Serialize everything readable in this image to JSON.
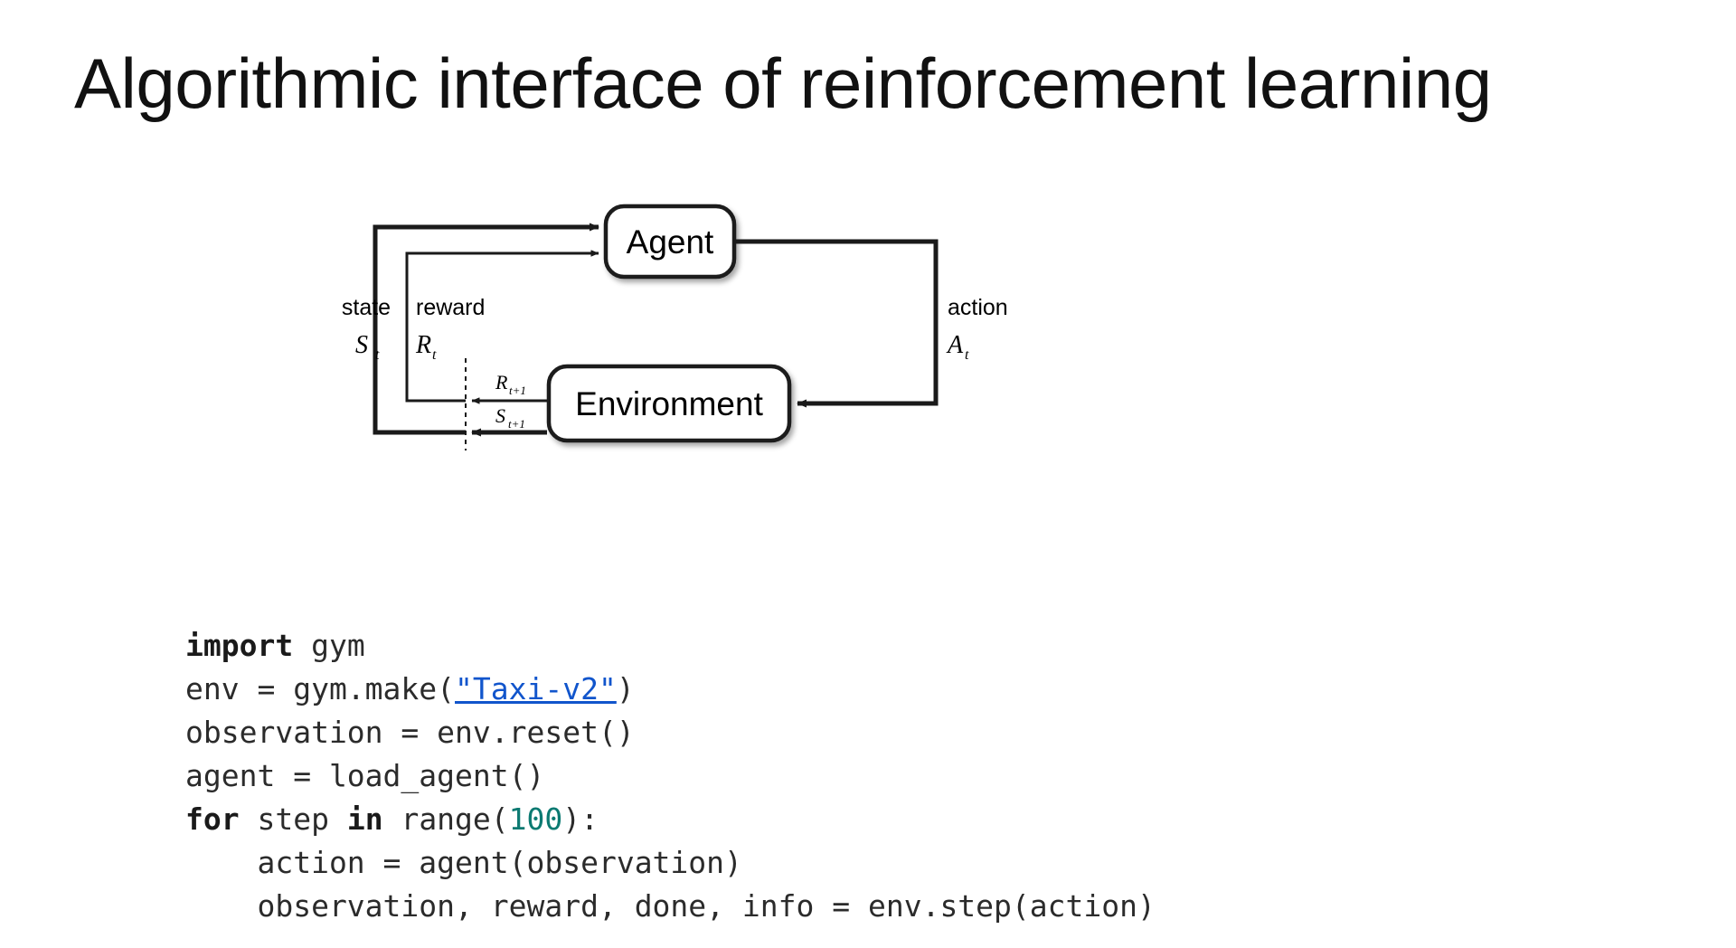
{
  "slide": {
    "title": "Algorithmic interface of reinforcement learning",
    "background_color": "#ffffff",
    "text_color": "#111111"
  },
  "diagram": {
    "name": "agent-environment-interaction-loop",
    "agent_box_label": "Agent",
    "environment_box_label": "Environment",
    "labels": {
      "state_word": "state",
      "state_symbol": "S",
      "state_subscript": "t",
      "reward_word": "reward",
      "reward_symbol": "R",
      "reward_subscript": "t",
      "action_word": "action",
      "action_symbol": "A",
      "action_subscript": "t",
      "next_reward_symbol": "R",
      "next_reward_subscript": "t+1",
      "next_state_symbol": "S",
      "next_state_subscript": "t+1"
    },
    "stroke_color": "#1a1a1a"
  },
  "code": {
    "language": "python",
    "keyword_color": "#1a1a1a",
    "number_color": "#0c7a72",
    "link_color": "#1155cc",
    "lines": [
      {
        "id": "line-1",
        "tokens": [
          {
            "t": "import",
            "k": "kw"
          },
          {
            "t": " gym",
            "k": "plain"
          }
        ]
      },
      {
        "id": "line-2",
        "tokens": [
          {
            "t": "env = gym.make(",
            "k": "plain"
          },
          {
            "t": "\"Taxi-v2\"",
            "k": "link"
          },
          {
            "t": ")",
            "k": "plain"
          }
        ]
      },
      {
        "id": "line-3",
        "tokens": [
          {
            "t": "observation = env.reset()",
            "k": "plain"
          }
        ]
      },
      {
        "id": "line-4",
        "tokens": [
          {
            "t": "agent = load_agent()",
            "k": "plain"
          }
        ]
      },
      {
        "id": "line-5",
        "tokens": [
          {
            "t": "for",
            "k": "kw"
          },
          {
            "t": " step ",
            "k": "plain"
          },
          {
            "t": "in",
            "k": "kw"
          },
          {
            "t": " range(",
            "k": "plain"
          },
          {
            "t": "100",
            "k": "num"
          },
          {
            "t": "):",
            "k": "plain"
          }
        ]
      },
      {
        "id": "line-6",
        "tokens": [
          {
            "t": "    action = agent(observation)",
            "k": "plain"
          }
        ]
      },
      {
        "id": "line-7",
        "tokens": [
          {
            "t": "    observation, reward, done, info = env.step(action)",
            "k": "plain"
          }
        ]
      }
    ]
  }
}
